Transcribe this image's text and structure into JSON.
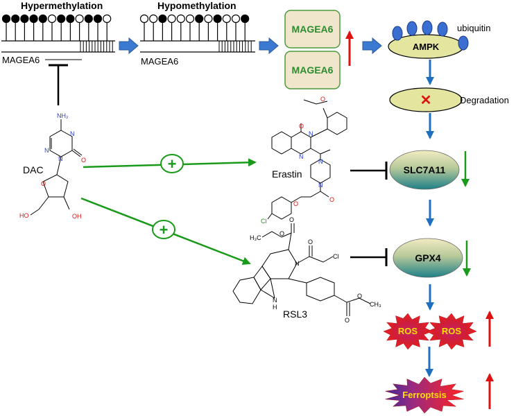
{
  "methylation": {
    "hyper_title": "Hypermethylation",
    "hypo_title": "Hypomethylation",
    "gene_label_left": "MAGEA6",
    "gene_label_right": "MAGEA6",
    "hyper_pattern": [
      1,
      1,
      1,
      1,
      1,
      0,
      1,
      1,
      0,
      1,
      1,
      0
    ],
    "hypo_pattern": [
      0,
      0,
      1,
      0,
      0,
      0,
      1,
      0,
      1,
      0,
      0,
      1
    ]
  },
  "proteins": {
    "magea6_top": "MAGEA6",
    "magea6_bottom": "MAGEA6",
    "ampk": "AMPK",
    "ubiquitin": "ubiquitin",
    "degradation": "Degradation",
    "degradation_mark": "✕",
    "slc7a11": "SLC7A11",
    "gpx4": "GPX4",
    "ros_1": "ROS",
    "ros_2": "ROS",
    "ferroptosis": "Ferroptsis"
  },
  "drugs": {
    "dac": "DAC",
    "erastin": "Erastin",
    "rsl3": "RSL3",
    "plus_1": "+",
    "plus_2": "+"
  },
  "chem_labels": {
    "nh2": "NH₂",
    "n1": "N",
    "n2": "N",
    "n3": "N",
    "o_keto": "O",
    "o_ring": "O",
    "ho": "HO",
    "oh": "OH",
    "er_o1": "O",
    "er_o2": "O",
    "er_n1": "N",
    "er_n2": "N",
    "er_n3": "N",
    "er_n4": "N",
    "er_o3": "O",
    "er_o4": "O",
    "er_cl": "Cl",
    "rsl_o1": "O",
    "rsl_o2": "O",
    "rsl_o3": "O",
    "rsl_n1": "N",
    "rsl_nh": "N",
    "rsl_h": "H",
    "rsl_cl": "Cl",
    "rsl_o4": "O",
    "rsl_o5": "O",
    "rsl_ch3a": "H₃C",
    "rsl_ch3b": "CH₃"
  },
  "colors": {
    "green_box_fill": "#efe6cc",
    "green_box_border": "#4a9a3a",
    "magea6_text": "#2e8b2e",
    "ellipse_fill": "#e4e6a0",
    "teal": "#2a8a90",
    "blue_arrow": "#1f6fc0",
    "green_arrow": "#1a9a1a",
    "red_arrow": "#e01010",
    "ubiquitin_blue": "#3a6ed0"
  }
}
